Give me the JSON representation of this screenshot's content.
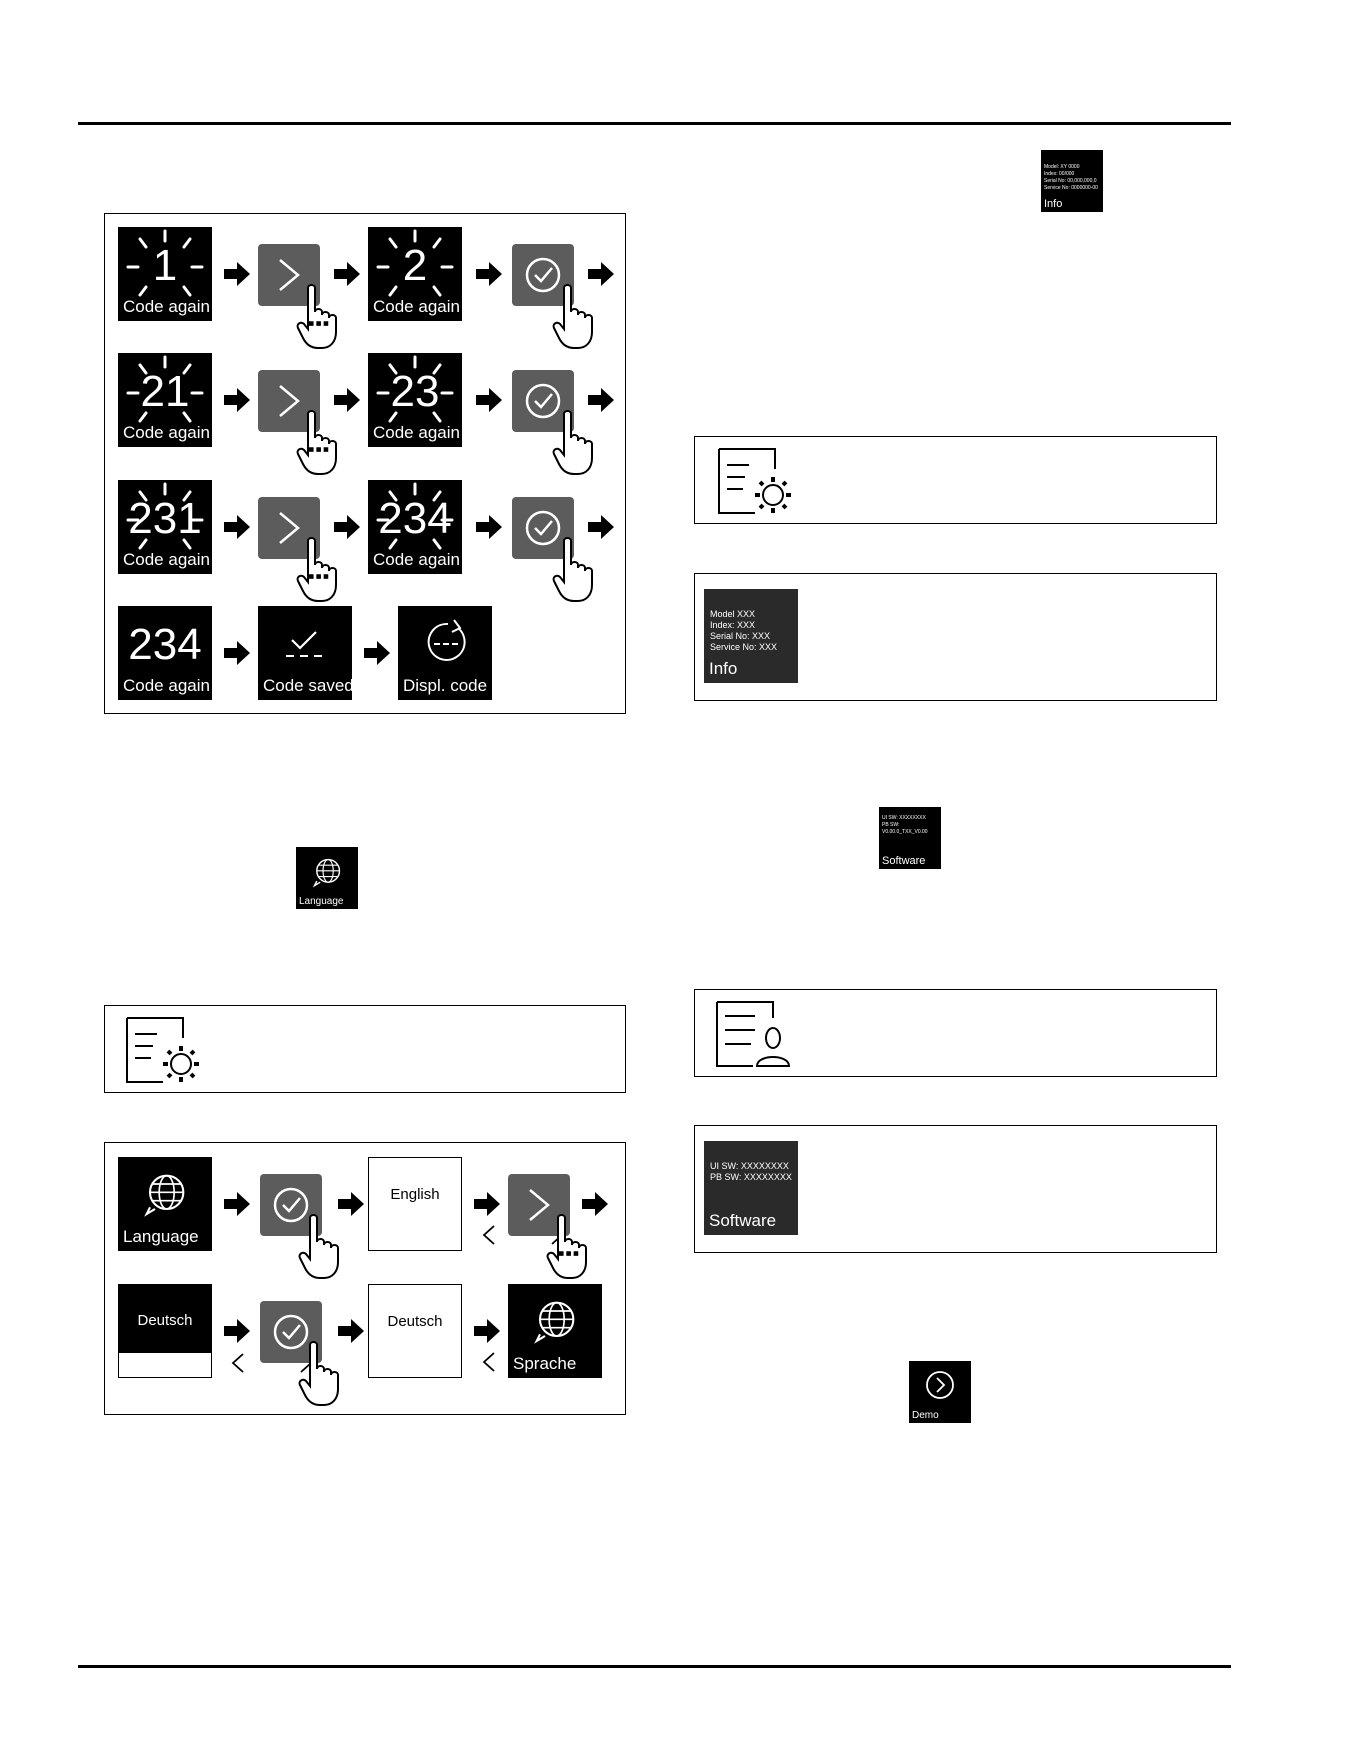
{
  "code_sequence": {
    "rows": [
      {
        "first_value": "1",
        "second_value": "2",
        "caption": "Code again"
      },
      {
        "first_value": "21",
        "second_value": "23",
        "caption": "Code again"
      },
      {
        "first_value": "231",
        "second_value": "234",
        "caption": "Code again"
      }
    ],
    "final_row": {
      "code_value": "234",
      "code_caption": "Code again",
      "saved_caption": "Code saved",
      "display_caption": "Displ. code"
    }
  },
  "language_icon": {
    "caption": "Language"
  },
  "language_sequence": {
    "language_tile_caption": "Language",
    "option_1": "English",
    "option_2": "Deutsch",
    "option_3": "Deutsch",
    "result_caption": "Sprache"
  },
  "info_icon": {
    "lines": [
      "Model: XY 0000",
      "Index: 00/000",
      "Serial No: 00,000,000,0",
      "Service No: 0000000-00"
    ],
    "caption": "Info"
  },
  "info_panel": {
    "lines": [
      "Model XXX",
      "Index: XXX",
      "Serial No: XXX",
      "Service No: XXX"
    ],
    "caption": "Info"
  },
  "software_icon": {
    "lines": [
      "UI SW: XXXXXXXX",
      "PB SW:",
      "V0.00.0_TXX_V0.00"
    ],
    "caption": "Software"
  },
  "software_panel": {
    "lines": [
      "UI SW: XXXXXXXX",
      "PB SW: XXXXXXXX"
    ],
    "caption": "Software"
  },
  "demo_icon": {
    "caption": "Demo"
  },
  "colors": {
    "tile_black": "#000000",
    "button_grey": "#5c5c5c",
    "panel_dark": "#2a2a2a"
  }
}
